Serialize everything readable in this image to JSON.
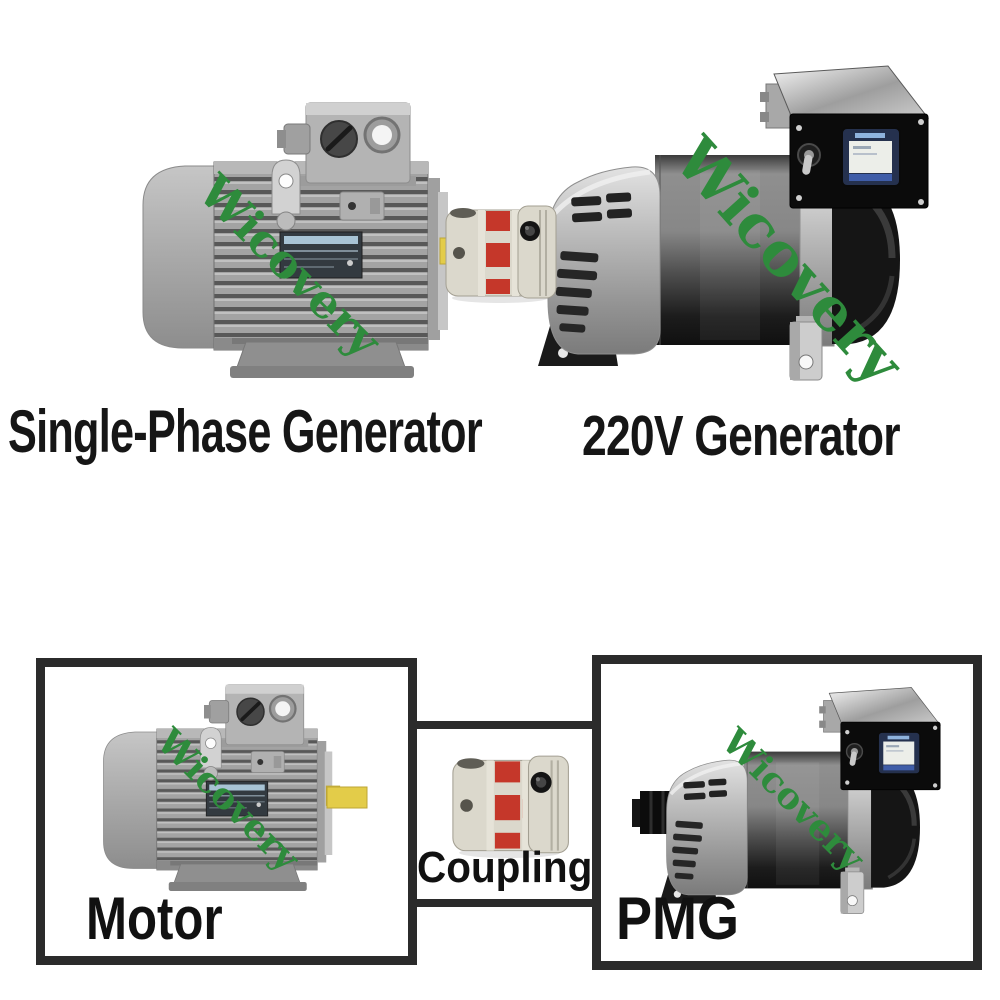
{
  "watermark": {
    "text": "Wicovery",
    "color": "#2e8b3c"
  },
  "top_section": {
    "caption_left": "Single-Phase Generator",
    "caption_right": "220V Generator"
  },
  "bottom_section": {
    "boxes": [
      {
        "label": "Motor"
      },
      {
        "label": "Coupling"
      },
      {
        "label": "PMG"
      }
    ]
  },
  "illustrations": {
    "top": "motor-coupling-generator-assembly",
    "motor": "gray-finned-electric-motor",
    "coupling": "jaw-coupling-red-spider",
    "pmg": "permanent-magnet-generator-with-control-box"
  },
  "colors": {
    "box_border": "#2b2b2b",
    "label_text": "#111111",
    "coupling_red": "#c5372a",
    "shaft_yellow": "#e3cc49",
    "control_box_black": "#0b0b0b",
    "display_screen": "#eceee9"
  }
}
